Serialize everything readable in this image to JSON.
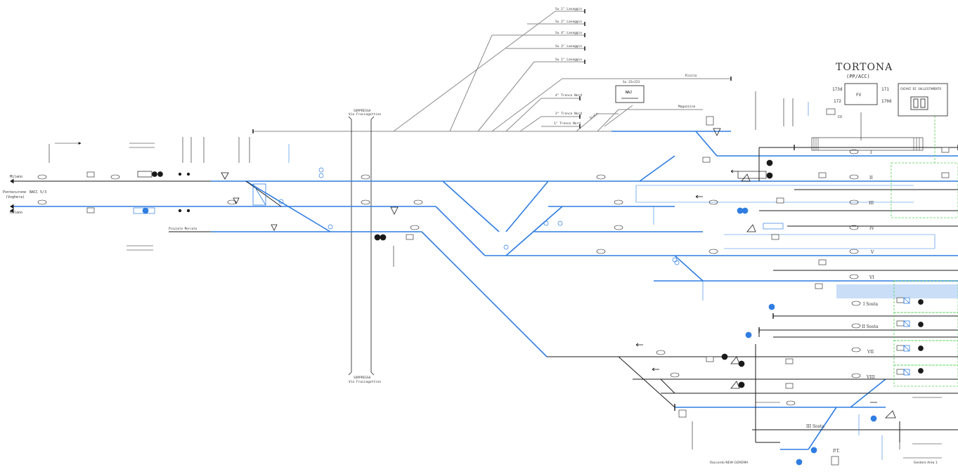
{
  "station": {
    "name": "TORTONA",
    "subtitle": "(PP/ACC)",
    "fv_label": "FV",
    "cabin_left_top": "173d",
    "cabin_left_bottom": "172",
    "cabin_right_top": "171",
    "cabin_right_bottom": "170d",
    "cu_label": "CU",
    "shunting_box_label": "CHIAVI DI SALLESTAMENTO"
  },
  "left_labels": {
    "milano_top": "Milano",
    "milano_bottom": "Milano",
    "voghera_line1": "Pontecurone",
    "voghera_line2": "(Voghera)",
    "bacc": "BACC 5/3",
    "raccordo": "Raccordo NEW GOREMA",
    "gestore": "Gestore Area 1",
    "piazzale": "Piazzale Mercato"
  },
  "dead_end_tracks": [
    "Su 1° Lavaggio",
    "Su 2° Lavaggio",
    "Su 4° Lavaggio",
    "Su 3° Lavaggio",
    "Su 1° Lavaggio"
  ],
  "yard_tracks": {
    "rizzia": "Rizzia",
    "su_22": "Su 22+221",
    "magazzino": "Magazzino",
    "tronco1": "1° Tronco Nord",
    "tronco2": "2° Tronco Nord",
    "tronco4": "4° Tronco Nord",
    "scalo": "Scalo",
    "naj": "NAJ"
  },
  "overpass": {
    "top_line1": "SOPPRESSA",
    "top_line2": "Via Fraccaguttino",
    "bottom_line1": "SOPPRESSA",
    "bottom_line2": "Via Fraccaguttino"
  },
  "track_labels": {
    "I": "I",
    "II": "II",
    "III": "III",
    "IV": "IV",
    "V": "V",
    "VI": "VI",
    "I_sosta": "I Sosta",
    "II_sosta": "II Sosta",
    "VII": "VII",
    "VIII": "VIII",
    "III_sosta": "III Sosta",
    "PT": "P.T."
  },
  "colors": {
    "blue": "#2f7de1",
    "black": "#1a1a1a",
    "grey": "#8a8a8a",
    "green": "#4fd04f"
  }
}
